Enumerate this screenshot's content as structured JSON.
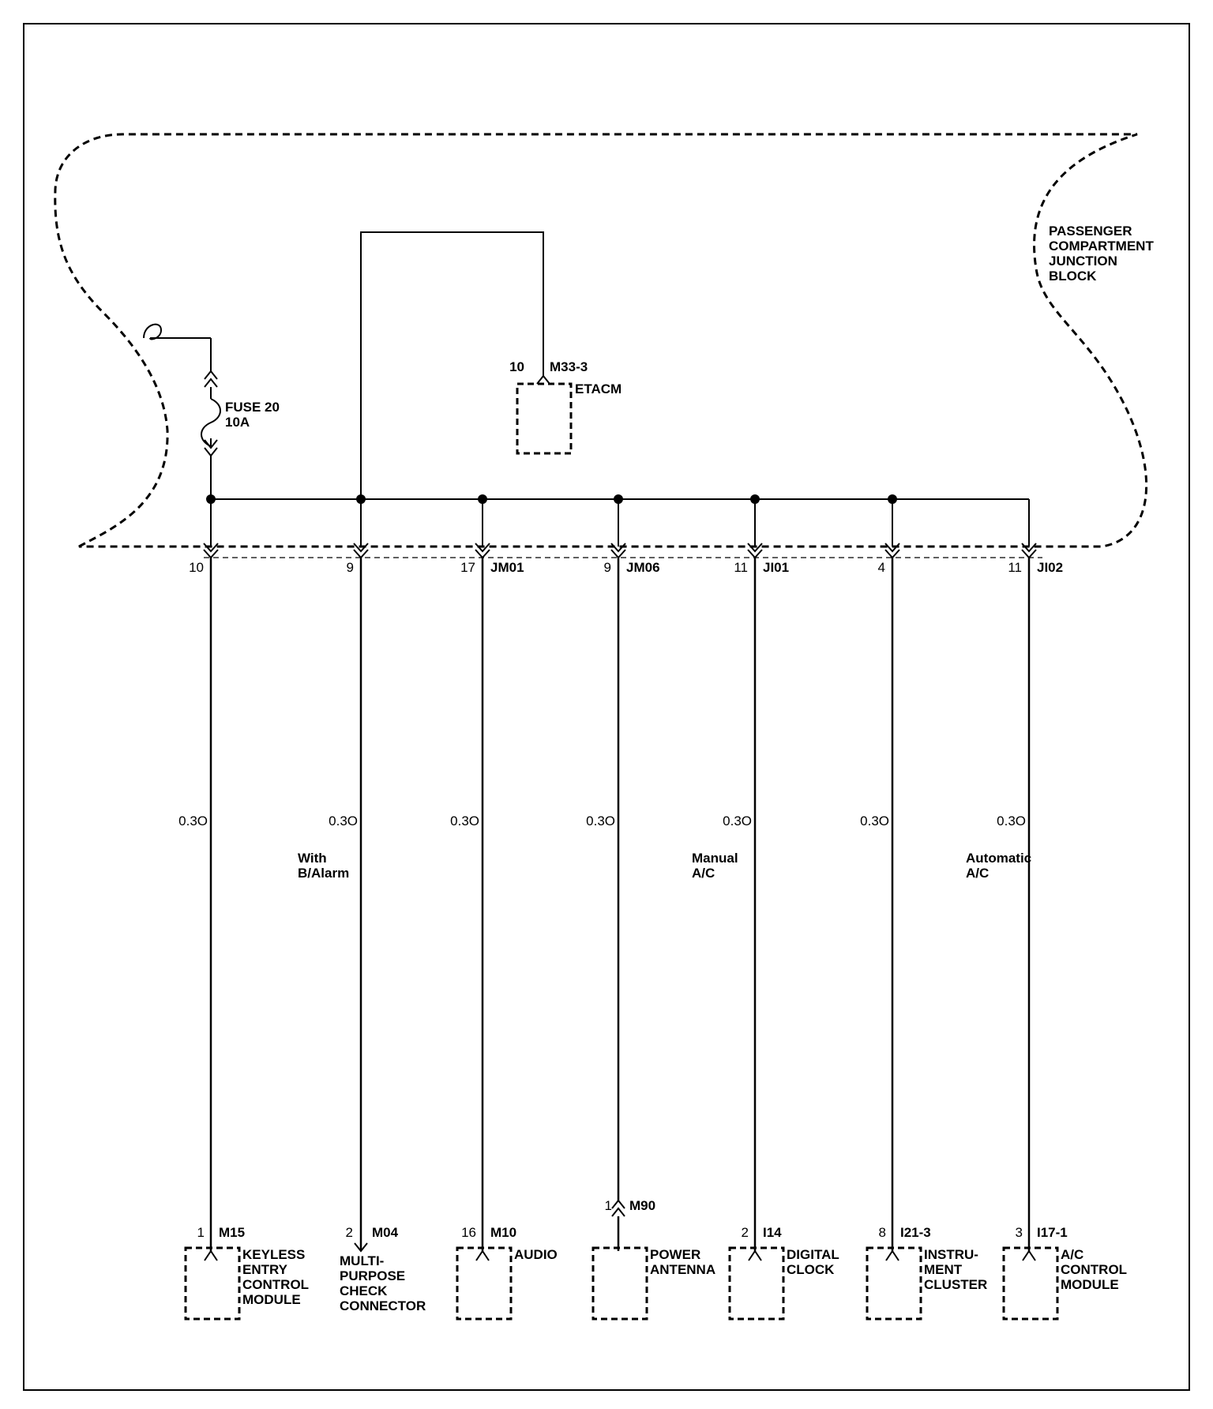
{
  "junction_block_label": [
    "PASSENGER",
    "COMPARTMENT",
    "JUNCTION",
    "BLOCK"
  ],
  "fuse": {
    "name": "FUSE 20",
    "rating": "10A"
  },
  "etacm": {
    "pin": "10",
    "connector": "M33-3",
    "label": "ETACM"
  },
  "wire_size": "0.3O",
  "branches": [
    {
      "id": "keyless",
      "top_pin": "10",
      "top_conn": "",
      "bottom_pin": "1",
      "bottom_conn": "M15",
      "component": [
        "KEYLESS",
        "ENTRY",
        "CONTROL",
        "MODULE"
      ],
      "note": []
    },
    {
      "id": "multipurpose",
      "top_pin": "9",
      "top_conn": "",
      "bottom_pin": "2",
      "bottom_conn": "M04",
      "component": [
        "MULTI-",
        "PURPOSE",
        "CHECK",
        "CONNECTOR"
      ],
      "note": [
        "With",
        "B/Alarm"
      ]
    },
    {
      "id": "audio",
      "top_pin": "17",
      "top_conn": "JM01",
      "bottom_pin": "16",
      "bottom_conn": "M10",
      "component": [
        "AUDIO"
      ],
      "note": []
    },
    {
      "id": "power-antenna",
      "top_pin": "9",
      "top_conn": "JM06",
      "inline_pin": "1",
      "inline_conn": "M90",
      "bottom_pin": "",
      "bottom_conn": "",
      "component": [
        "POWER",
        "ANTENNA"
      ],
      "note": []
    },
    {
      "id": "digital-clock",
      "top_pin": "11",
      "top_conn": "JI01",
      "bottom_pin": "2",
      "bottom_conn": "I14",
      "component": [
        "DIGITAL",
        "CLOCK"
      ],
      "note": [
        "Manual",
        "A/C"
      ]
    },
    {
      "id": "instrument-cluster",
      "top_pin": "4",
      "top_conn": "",
      "bottom_pin": "8",
      "bottom_conn": "I21-3",
      "component": [
        "INSTRU-",
        "MENT",
        "CLUSTER"
      ],
      "note": []
    },
    {
      "id": "ac-control",
      "top_pin": "11",
      "top_conn": "JI02",
      "bottom_pin": "3",
      "bottom_conn": "I17-1",
      "component": [
        "A/C",
        "CONTROL",
        "MODULE"
      ],
      "note": [
        "Automatic",
        "A/C"
      ]
    }
  ]
}
